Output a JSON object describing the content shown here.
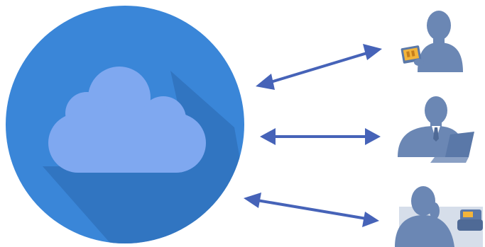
{
  "colors": {
    "background": "#ffffff",
    "circle": "#3a86d8",
    "shadow": "#2f6fb9",
    "cloud": "#7fa8f0",
    "arrow": "#4663b8",
    "person": "#6b87b4",
    "device_highlight": "#f2b43a"
  },
  "icons": [
    "cloud-icon",
    "person-with-tablet-icon",
    "person-with-laptop-icon",
    "person-with-phone-icon"
  ],
  "arrows": [
    "bidirectional",
    "bidirectional",
    "bidirectional"
  ]
}
